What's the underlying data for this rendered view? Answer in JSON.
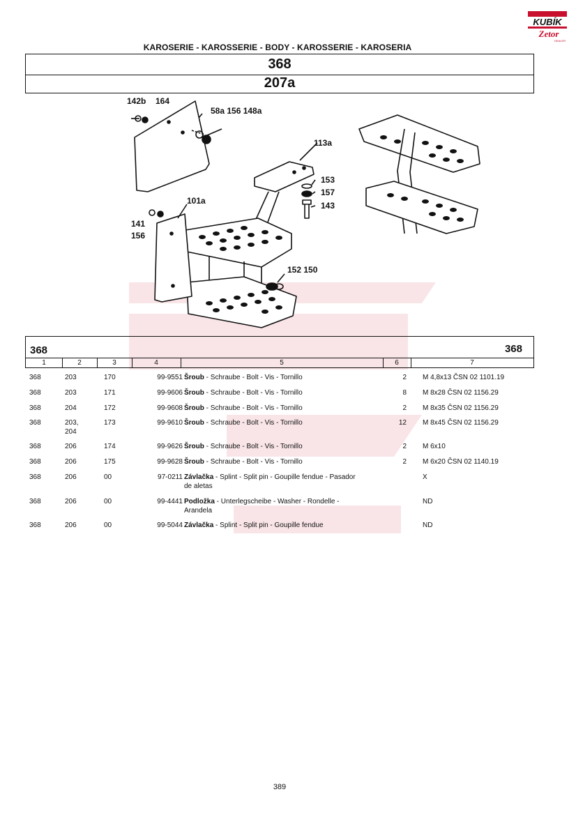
{
  "logo": {
    "brand": "KUBÍK",
    "sub": "Zetor",
    "dealer": "DEALER"
  },
  "header": {
    "title": "KAROSERIE - KAROSSERIE - BODY - KAROSSERIE - KAROSERIA"
  },
  "group": {
    "code": "368",
    "figure": "207a"
  },
  "diagram_labels": {
    "l142b": "142b",
    "l164": "164",
    "l58a": "58a 156 148a",
    "l113a": "113a",
    "l153": "153",
    "l157": "157",
    "l143": "143",
    "l101a": "101a",
    "l141": "141",
    "l156": "156",
    "l152": "152 150"
  },
  "table": {
    "left_code": "368",
    "right_code": "368",
    "columns": [
      "1",
      "2",
      "3",
      "4",
      "5",
      "6",
      "7"
    ],
    "rows": [
      {
        "c1": "368",
        "c2": "203",
        "c3": "170",
        "c4": "99-9551",
        "c5b": "Šroub",
        "c5": " - Schraube - Bolt - Vis - Tornillo",
        "c6": "2",
        "c7": "M 4,8x13 ČSN 02 1101.19"
      },
      {
        "c1": "368",
        "c2": "203",
        "c3": "171",
        "c4": "99-9606",
        "c5b": "Šroub",
        "c5": " - Schraube - Bolt - Vis - Tornillo",
        "c6": "8",
        "c7": "M 8x28 ČSN 02 1156.29"
      },
      {
        "c1": "368",
        "c2": "204",
        "c3": "172",
        "c4": "99-9608",
        "c5b": "Šroub",
        "c5": " - Schraube - Bolt - Vis - Tornillo",
        "c6": "2",
        "c7": "M 8x35 ČSN 02 1156.29"
      },
      {
        "c1": "368",
        "c2": "203,",
        "c2b": "204",
        "c3": "173",
        "c4": "99-9610",
        "c5b": "Šroub",
        "c5": " - Schraube - Bolt - Vis - Tornillo",
        "c6": "12",
        "c7": "M 8x45 ČSN 02 1156.29"
      },
      {
        "c1": "368",
        "c2": "206",
        "c3": "174",
        "c4": "99-9626",
        "c5b": "Šroub",
        "c5": " - Schraube - Bolt - Vis - Tornillo",
        "c6": "2",
        "c7": "M 6x10"
      },
      {
        "c1": "368",
        "c2": "206",
        "c3": "175",
        "c4": "99-9628",
        "c5b": "Šroub",
        "c5": " - Schraube - Bolt - Vis - Tornillo",
        "c6": "2",
        "c7": "M 6x20 ČSN 02 1140.19"
      },
      {
        "c1": "368",
        "c2": "206",
        "c3": "00",
        "c4": "97-0211",
        "c5b": "Závlačka",
        "c5": " - Splint - Split pin - Goupille fendue - Pasador",
        "c5l2": "de aletas",
        "c6": "",
        "c7": "X"
      },
      {
        "c1": "368",
        "c2": "206",
        "c3": "00",
        "c4": "99-4441",
        "c5b": "Podložka",
        "c5": " - Unterlegscheibe - Washer - Rondelle -",
        "c5l2": "Arandela",
        "c6": "",
        "c7": "ND"
      },
      {
        "c1": "368",
        "c2": "206",
        "c3": "00",
        "c4": "99-5044",
        "c5b": "Závlačka",
        "c5": " - Splint - Split pin - Goupille fendue",
        "c6": "",
        "c7": "ND"
      }
    ]
  },
  "page_number": "389"
}
